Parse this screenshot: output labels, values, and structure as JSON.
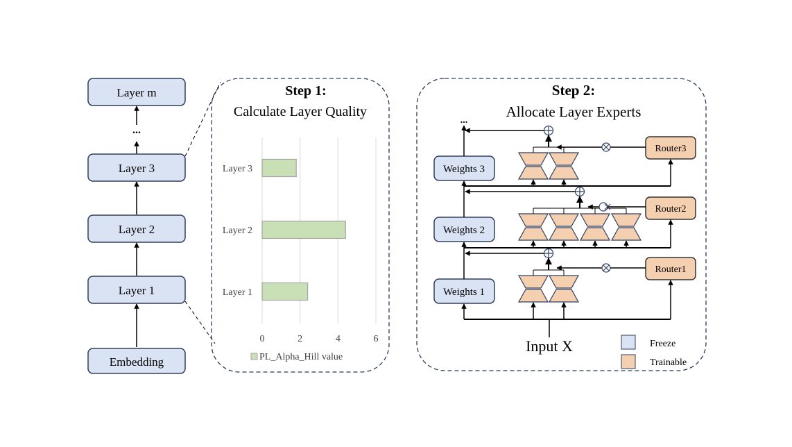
{
  "left_stack": {
    "layers": [
      {
        "id": "layer-m",
        "label": "Layer m"
      },
      {
        "id": "layer-3",
        "label": "Layer 3"
      },
      {
        "id": "layer-2",
        "label": "Layer 2"
      },
      {
        "id": "layer-1",
        "label": "Layer 1"
      },
      {
        "id": "embedding",
        "label": "Embedding"
      }
    ],
    "ellipsis": "..."
  },
  "step1": {
    "title_bold": "Step 1:",
    "title": "Calculate Layer Quality"
  },
  "step2": {
    "title_bold": "Step 2:",
    "title": "Allocate Layer Experts",
    "ellipsis": "...",
    "weights": [
      "Weights 3",
      "Weights 2",
      "Weights 1"
    ],
    "routers": [
      "Router3",
      "Router2",
      "Router1"
    ],
    "experts_per_layer": [
      2,
      4,
      2
    ],
    "input_label": "Input X",
    "legend": [
      {
        "label": "Freeze",
        "color": "#dae3f3"
      },
      {
        "label": "Trainable",
        "color": "#f4cfb0"
      }
    ]
  },
  "colors": {
    "frozen_fill": "#dae3f3",
    "frozen_stroke": "#2f3f5f",
    "trainable_fill": "#f4cfb0",
    "bar_fill": "#c9dfb6",
    "bar_stroke": "#a5a5a5",
    "dashed_border": "#2a3b5c"
  },
  "chart_data": {
    "type": "bar",
    "orientation": "horizontal",
    "categories": [
      "Layer 3",
      "Layer 2",
      "Layer 1"
    ],
    "series": [
      {
        "name": "PL_Alpha_Hill value",
        "values": [
          1.8,
          4.4,
          2.4
        ]
      }
    ],
    "xlim": [
      0,
      6
    ],
    "xticks": [
      0,
      2,
      4,
      6
    ],
    "xtick_labels": [
      "0",
      "2",
      "4",
      "6"
    ],
    "grid": true,
    "legend_position": "bottom",
    "title": "",
    "xlabel": "",
    "ylabel": ""
  }
}
